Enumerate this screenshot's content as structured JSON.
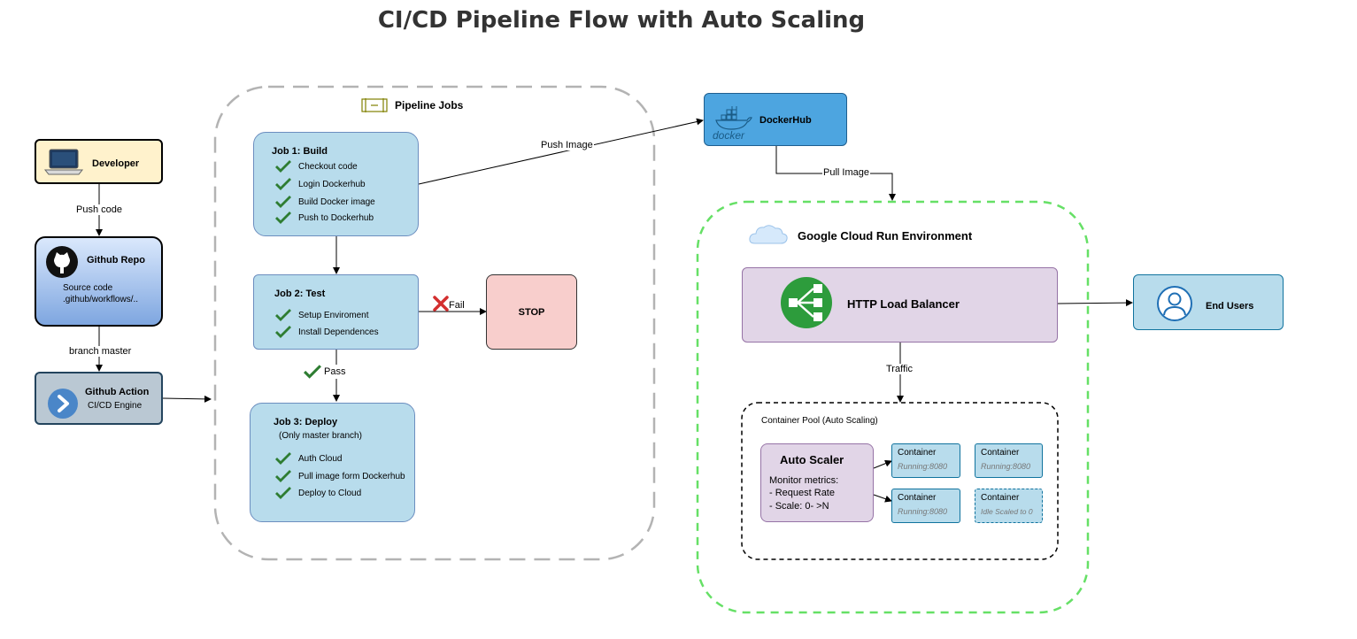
{
  "title": "CI/CD Pipeline Flow with Auto Scaling",
  "developer": {
    "label": "Developer"
  },
  "push_code": "Push code",
  "github_repo": {
    "label": "Github Repo",
    "line1": "Source code",
    "line2": ".github/workflows/.."
  },
  "branch_master": "branch master",
  "github_action": {
    "label": "Github Action",
    "sub": "CI/CD Engine"
  },
  "pipeline": {
    "label": "Pipeline Jobs"
  },
  "job1": {
    "title": "Job 1: Build",
    "items": [
      " Checkout code",
      "Login Dockerhub",
      "Build Docker image",
      "Push to Dockerhub"
    ]
  },
  "job2": {
    "title": "Job 2: Test",
    "items": [
      "Setup Enviroment",
      "Install Dependences"
    ]
  },
  "job3": {
    "title": "Job 3: Deploy",
    "subtitle": "(Only master branch)",
    "items": [
      "Auth Cloud",
      "Pull image form Dockerhub",
      "Deploy to Cloud"
    ]
  },
  "fail": "Fail",
  "pass": "Pass",
  "stop": "STOP",
  "push_image": "Push Image",
  "dockerhub": {
    "label": "DockerHub",
    "logo_text": "docker"
  },
  "pull_image": "Pull Image",
  "gcr": {
    "label": "Google Cloud Run Environment"
  },
  "load_balancer": {
    "label": "HTTP Load Balancer"
  },
  "traffic": "Traffic",
  "end_users": {
    "label": "End Users"
  },
  "pool": {
    "label": "Container Pool (Auto Scaling)"
  },
  "auto_scaler": {
    "title": "Auto Scaler",
    "line1": "Monitor metrics:",
    "line2": "- Request Rate",
    "line3": "- Scale: 0- >N"
  },
  "containers": [
    {
      "title": "Container",
      "status": "Running:8080"
    },
    {
      "title": "Container",
      "status": "Running:8080"
    },
    {
      "title": "Container",
      "status": "Running:8080"
    },
    {
      "title": "Container",
      "status": "Idle Scaled to 0"
    }
  ],
  "colors": {
    "developer_fill": "#fff2cc",
    "repo_fill_top": "#dae8fc",
    "repo_fill_bottom": "#7ea6e0",
    "action_fill": "#bac8d3",
    "job_fill": "#b8dcec",
    "stop_fill": "#f8cecc",
    "dockerhub_fill": "#4da5e0",
    "lb_fill": "#e1d5e7",
    "lb_icon": "#2d9c3c",
    "check": "#2e7d32",
    "fail_x": "#d32f2f",
    "gcr_border": "#66e066"
  }
}
